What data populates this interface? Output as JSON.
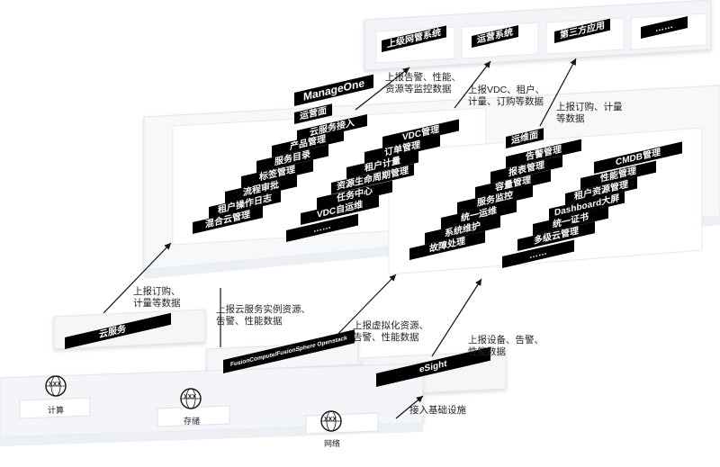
{
  "top_systems": [
    "上级网管系统",
    "运营系统",
    "第三方应用",
    "……"
  ],
  "manageone": "ManageOne",
  "operation_plane": {
    "title": "运营面",
    "items": [
      "云服务接入",
      "VDC管理",
      "产品管理",
      "订单管理",
      "服务目录",
      "租户计量",
      "标签管理",
      "资源生命周期管理",
      "流程审批",
      "任务中心",
      "租户操作日志",
      "VDC自运维",
      "混合云管理",
      "……"
    ]
  },
  "om_plane": {
    "title": "运维面",
    "items": [
      "告警管理",
      "CMDB管理",
      "报表管理",
      "性能管理",
      "容量管理",
      "租户资源管理",
      "服务监控",
      "Dashboard大屏",
      "统一运维",
      "统一证书",
      "系统维护",
      "多级云管理",
      "故障处理",
      "……"
    ]
  },
  "sources": {
    "cloud_service": "云服务",
    "fusion": "FusionCompute/FusionSphere Openstack",
    "esight": "eSight"
  },
  "infra": [
    "计算",
    "存储",
    "网络"
  ],
  "icon_text": "XXX",
  "annotations": {
    "up_to_top": "上报告警、性能、\n资源等监控数据",
    "vdc_report": "上报VDC、租户、\n计量、订购等数据",
    "order_report": "上报订购、计量\n等数据",
    "cloud_order": "上报订购、\n计量等数据",
    "cloud_instance": "上报云服务实例资源、\n告警、性能数据",
    "virtual_report": "上报虚拟化资源、\n告警、性能数据",
    "device_report": "上报设备、告警、\n性能数据",
    "infra_access": "接入基础设施"
  },
  "colors": {
    "tag_bg": "#000000",
    "platform_fill": "#f7f8fa",
    "platform_edge": "#e2e5ea",
    "arrow": "#111111"
  }
}
